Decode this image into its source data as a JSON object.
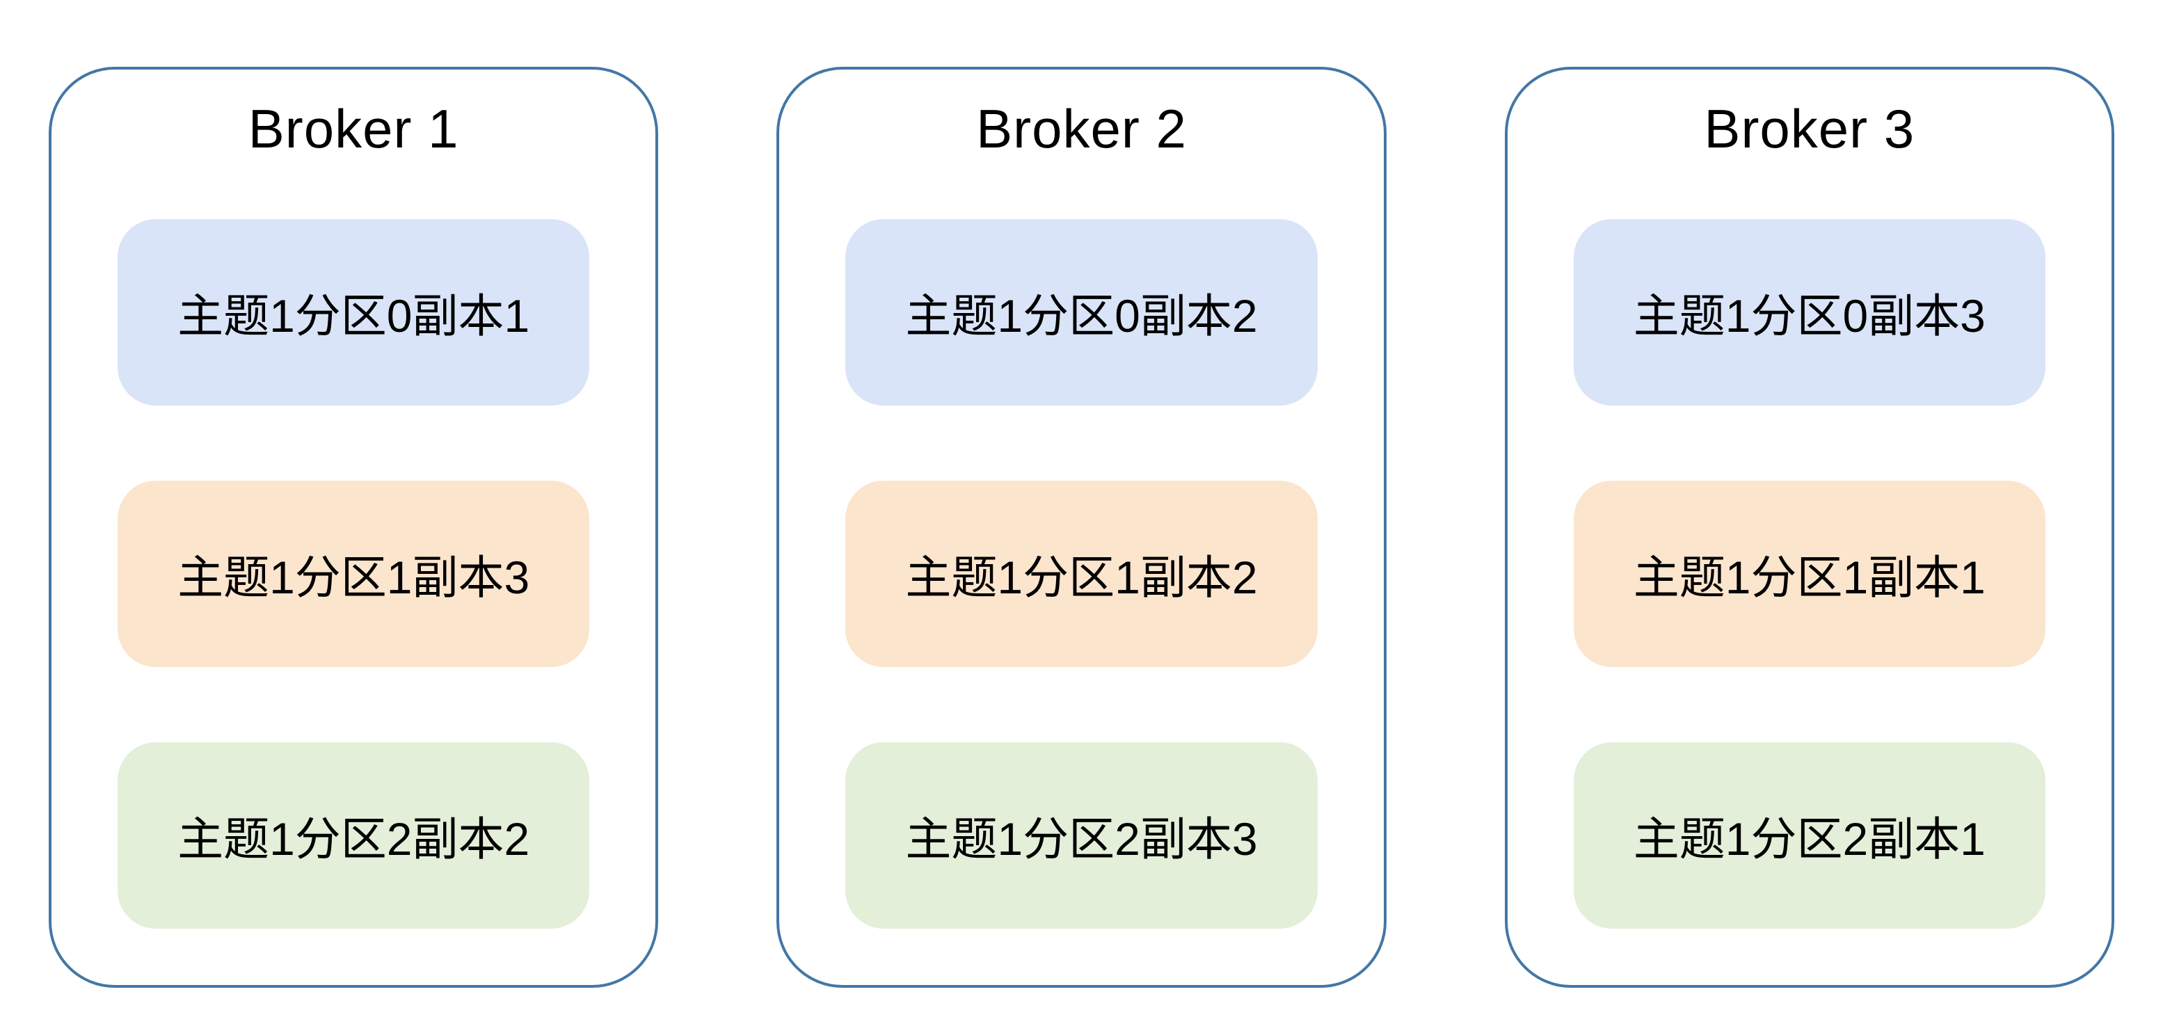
{
  "diagram": {
    "type": "kafka-topic-replica-distribution",
    "colors": {
      "background": "#FFFFFF",
      "broker_border": "#4377A6",
      "replica_blue_fill": "#D9E4F8",
      "replica_orange_fill": "#FCE5CD",
      "replica_green_fill": "#E3EFD9",
      "text": "#000000"
    },
    "brokers": [
      {
        "title": "Broker 1",
        "replicas": [
          {
            "label": "主题1分区0副本1",
            "color": "blue"
          },
          {
            "label": "主题1分区1副本3",
            "color": "orange"
          },
          {
            "label": "主题1分区2副本2",
            "color": "green"
          }
        ]
      },
      {
        "title": "Broker 2",
        "replicas": [
          {
            "label": "主题1分区0副本2",
            "color": "blue"
          },
          {
            "label": "主题1分区1副本2",
            "color": "orange"
          },
          {
            "label": "主题1分区2副本3",
            "color": "green"
          }
        ]
      },
      {
        "title": "Broker 3",
        "replicas": [
          {
            "label": "主题1分区0副本3",
            "color": "blue"
          },
          {
            "label": "主题1分区1副本1",
            "color": "orange"
          },
          {
            "label": "主题1分区2副本1",
            "color": "green"
          }
        ]
      }
    ]
  }
}
